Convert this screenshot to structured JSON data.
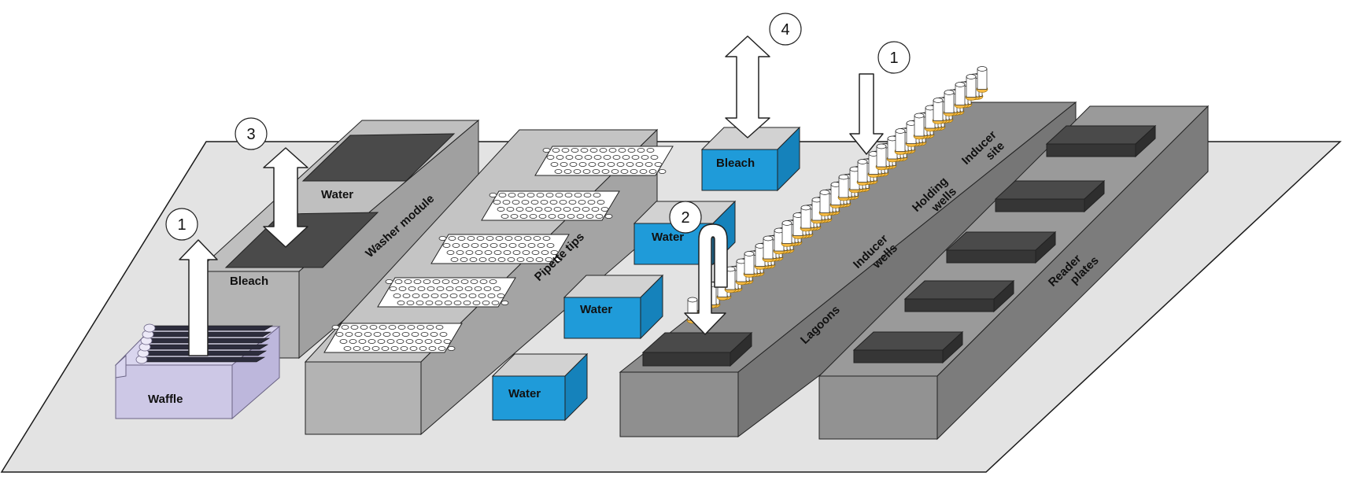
{
  "labels": {
    "waffle": "Waffle",
    "bleach_washer": "Bleach",
    "water_washer": "Water",
    "washer_module": "Washer module",
    "pipette_tips": "Pipette tips",
    "water_1": "Water",
    "water_2": "Water",
    "water_3": "Water",
    "bleach_top": "Bleach",
    "lagoons": "Lagoons",
    "inducer_wells": [
      "Inducer",
      "wells"
    ],
    "holding_wells": [
      "Holding",
      "wells"
    ],
    "inducer_site": [
      "Inducer",
      "site"
    ],
    "reader_plates": [
      "Reader",
      "plates"
    ]
  },
  "steps": [
    "1",
    "3",
    "2",
    "4",
    "1"
  ],
  "colors": {
    "platform": "#e3e3e3",
    "module_side": "#a8a8a8",
    "module_top": "#bdbdbd",
    "module_dark": "#7f7f7f",
    "plate": "#3c3c3c",
    "reservoir_blue": "#1f9bd9",
    "reservoir_blue_side": "#1582bb",
    "waffle": "#cdc8e6",
    "tube_fill": "#f4b942",
    "arrow_fill": "#ffffff"
  }
}
